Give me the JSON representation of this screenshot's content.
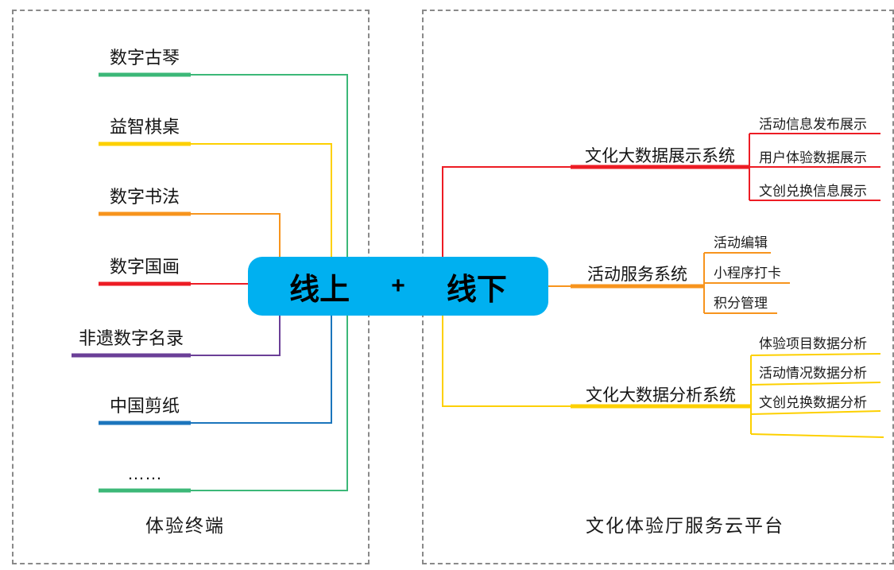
{
  "colors": {
    "node_bg": "#00b0f0",
    "green": "#3cb878",
    "yellow": "#fdd000",
    "orange": "#f7941d",
    "red": "#ed1c24",
    "purple": "#6b3f97",
    "blue": "#1b75bc"
  },
  "center_node": {
    "left_text": "线上",
    "plus": "+",
    "right_text": "线下"
  },
  "left_panel": {
    "caption": "体验终端",
    "items": [
      {
        "label": "数字古琴",
        "color": "#3cb878"
      },
      {
        "label": "益智棋桌",
        "color": "#fdd000"
      },
      {
        "label": "数字书法",
        "color": "#f7941d"
      },
      {
        "label": "数字国画",
        "color": "#ed1c24"
      },
      {
        "label": "非遗数字名录",
        "color": "#6b3f97"
      },
      {
        "label": "中国剪纸",
        "color": "#1b75bc"
      },
      {
        "label": "……",
        "color": "#3cb878"
      }
    ]
  },
  "right_panel": {
    "caption": "文化体验厅服务云平台",
    "systems": [
      {
        "label": "文化大数据展示系统",
        "color": "#ed1c24",
        "children": [
          "活动信息发布展示",
          "用户体验数据展示",
          "文创兑换信息展示"
        ]
      },
      {
        "label": "活动服务系统",
        "color": "#f7941d",
        "children": [
          "活动编辑",
          "小程序打卡",
          "积分管理"
        ]
      },
      {
        "label": "文化大数据分析系统",
        "color": "#fdd000",
        "children": [
          "体验项目数据分析",
          "活动情况数据分析",
          "文创兑换数据分析"
        ]
      }
    ]
  }
}
